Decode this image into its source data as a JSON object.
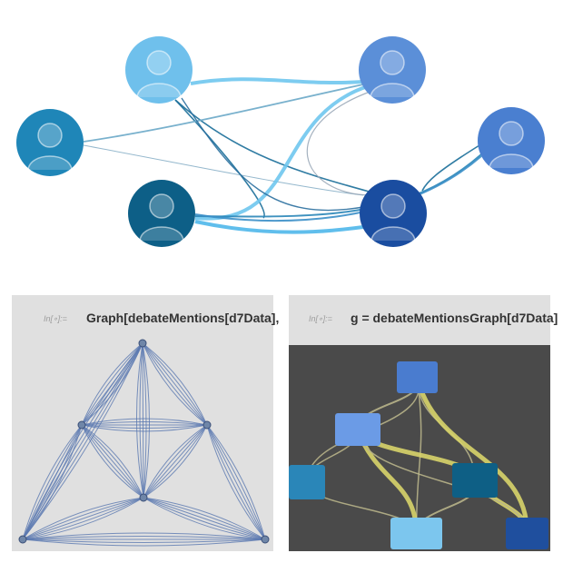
{
  "top_graph": {
    "node_colors": [
      "#6fc0ec",
      "#5b8fd8",
      "#1f86b8",
      "#4a7fd0",
      "#0d5f87",
      "#1a4da0"
    ]
  },
  "left_panel": {
    "in_label": "In[∘]:=",
    "code": "Graph[debateMentions[d7Data],"
  },
  "right_panel": {
    "in_label": "In[∘]:=",
    "code": "g = debateMentionsGraph[d7Data]",
    "node_colors": [
      "#4a7ccf",
      "#6b9be6",
      "#2a86b8",
      "#0e5f85",
      "#7cc6ee",
      "#1f4f9e"
    ]
  },
  "colors": {
    "panel_bg": "#e0e0e0",
    "dark_bg": "#4a4a4a",
    "edge_yellow": "#d8d46a",
    "edge_blue": "#5a78b0"
  }
}
